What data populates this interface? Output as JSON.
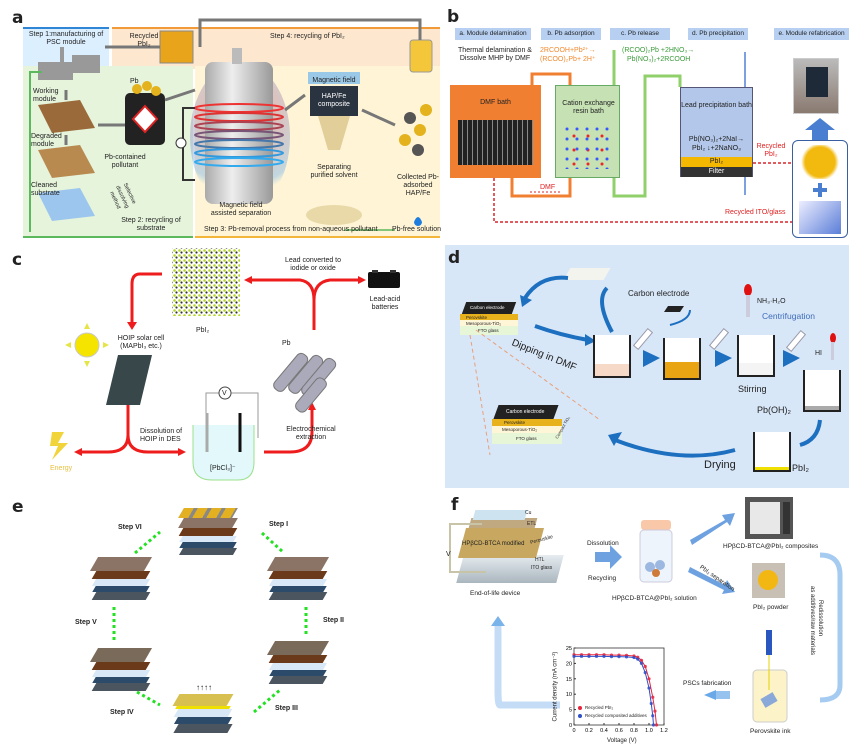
{
  "panels": {
    "a": {
      "label": "a",
      "step1": "Step 1:manufacturing of PSC module",
      "recycled_pbi2": "Recycled PbI₂",
      "step4": "Step 4: recycling of PbI₂",
      "pb": "Pb",
      "working_module": "Working module",
      "degraded_module": "Degraded module",
      "cleaned_substrate": "Cleaned substrate",
      "pollutant": "Pb-contained pollutant",
      "selective": "Selective dissolving method",
      "step2": "Step 2: recycling of substrate",
      "magnetic_separation": "Magnetic field assisted separation",
      "magnetic_field": "Magnetic field",
      "hap_composite": "HAP/Fe composite",
      "separating": "Separating purified solvent",
      "collected": "Collected Pb-adsorbed HAP/Fe",
      "step3": "Step 3: Pb-removal process from non-aqueous pollutant",
      "pb_free": "Pb-free solution",
      "colors": {
        "step1": "#2f86d6",
        "step2": "#5cb85c",
        "step3": "#f3b53a",
        "step4": "#f29a38"
      }
    },
    "b": {
      "label": "b",
      "headers": [
        "a. Module delamination",
        "b. Pb adsorption",
        "c. Pb release",
        "d. Pb precipitation",
        "e. Module refabrication"
      ],
      "thermal": "Thermal delamination & Dissolve MHP by DMF",
      "eq_adsorption_1": "2RCOOH+Pb²⁺→",
      "eq_adsorption_2": "(RCOO)₂Pb+ 2H⁺",
      "eq_release_1": "(RCOO)₂Pb +2HNO₃→",
      "eq_release_2": "Pb(NO₃)₂+2RCOOH",
      "dmf_bath": "DMF bath",
      "cation_bath": "Cation exchange resin bath",
      "lead_bath": "Lead precipitation bath",
      "eq_precip_1": "Pb(NO₃)₂+2NaI→",
      "eq_precip_2": "PbI₂ ↓+2NaNO₃",
      "pbi2_layer": "PbI₂",
      "filter": "Filter",
      "recycled_pbi2": "Recycled PbI₂",
      "dmf": "DMF",
      "recycled_ito": "Recycled ITO/glass",
      "colors": {
        "dmf": "#f07f32",
        "resin": "#c6e2b4",
        "precip": "#b3c7ea",
        "recycle": "#d9262a"
      }
    },
    "c": {
      "label": "c",
      "lead_converted": "Lead converted to iodide or oxide",
      "lead_acid": "Lead-acid batteries",
      "pbi2": "PbI₂",
      "hoip_cell": "HOIP solar cell (MAPbI₃ etc.)",
      "pb": "Pb",
      "voltmeter": "V",
      "dissolution": "Dissolution of HOIP in DES",
      "electrochemical": "Electrochemical extraction",
      "pbcl3": "[PbCl₃]⁻",
      "energy": "Energy",
      "colors": {
        "arrow": "#ee1c1c",
        "energy": "#f0c419"
      }
    },
    "d": {
      "label": "d",
      "carbon_electrode_top": "Carbon electrode",
      "layers": [
        "Carbon electrode",
        "Perovskite",
        "Mesoporous-TiO₂",
        "FTO glass",
        "Compact TiO₂"
      ],
      "dipping": "Dipping in DMF",
      "carbon_electrode": "Carbon electrode",
      "nh3": "NH₃·H₂O",
      "centrifugation": "Centrifugation",
      "stirring": "Stirring",
      "hi": "HI",
      "pboh2": "Pb(OH)₂",
      "drying": "Drying",
      "pbi2": "PbI₂",
      "colors": {
        "background": "#d8e7f8",
        "arrow": "#1d6fc0"
      }
    },
    "e": {
      "label": "e",
      "steps": [
        "Step I",
        "Step II",
        "Step III",
        "Step IV",
        "Step V",
        "Step VI"
      ],
      "colors": {
        "connector": "#22e022"
      }
    },
    "f": {
      "label": "f",
      "device_layers": [
        "Cu",
        "ETL",
        "Perovskite",
        "HTL",
        "ITO glass"
      ],
      "modified": "HPβCD-BTCA modified",
      "voltage": "V",
      "end_of_life": "End-of-life device",
      "dissolution": "Dissolution",
      "recycling": "Recycling",
      "solution": "HPβCD-BTCA@PbI₂ solution",
      "composites": "HPβCD-BTCA@PbI₂ composites",
      "separation": "PbI₂ separation",
      "powder": "PbI₂ powder",
      "redissolution_1": "Redissolution",
      "redissolution_2": "as additives/raw materials",
      "ink": "Perovskite ink",
      "fabrication": "PSCs fabrication"
    }
  },
  "chart_data": {
    "type": "line",
    "xlabel": "Voltage (V)",
    "ylabel": "Current density (mA cm⁻²)",
    "xlim": [
      0,
      1.2
    ],
    "ylim": [
      0,
      25
    ],
    "xticks": [
      "0",
      "0.2",
      "0.4",
      "0.6",
      "0.8",
      "1.0",
      "1.2"
    ],
    "yticks": [
      "0",
      "5",
      "10",
      "15",
      "20",
      "25"
    ],
    "legend": "bottom-left",
    "series": [
      {
        "name": "Recycled PbI₂",
        "color": "#e8243c",
        "x": [
          0,
          0.1,
          0.2,
          0.3,
          0.4,
          0.5,
          0.6,
          0.7,
          0.8,
          0.85,
          0.9,
          0.95,
          1.0,
          1.05,
          1.08,
          1.1
        ],
        "y": [
          22.8,
          22.8,
          22.8,
          22.8,
          22.8,
          22.7,
          22.7,
          22.6,
          22.4,
          22.0,
          21.0,
          19.0,
          15.0,
          9.0,
          4.5,
          0
        ]
      },
      {
        "name": "Recycled composited additives",
        "color": "#2e4fc8",
        "x": [
          0,
          0.1,
          0.2,
          0.3,
          0.4,
          0.5,
          0.6,
          0.7,
          0.8,
          0.85,
          0.9,
          0.95,
          1.0,
          1.03,
          1.05,
          1.06
        ],
        "y": [
          22.3,
          22.3,
          22.3,
          22.3,
          22.3,
          22.2,
          22.2,
          22.1,
          21.9,
          21.4,
          20.0,
          17.0,
          12.0,
          7.0,
          3.0,
          0
        ]
      }
    ]
  }
}
